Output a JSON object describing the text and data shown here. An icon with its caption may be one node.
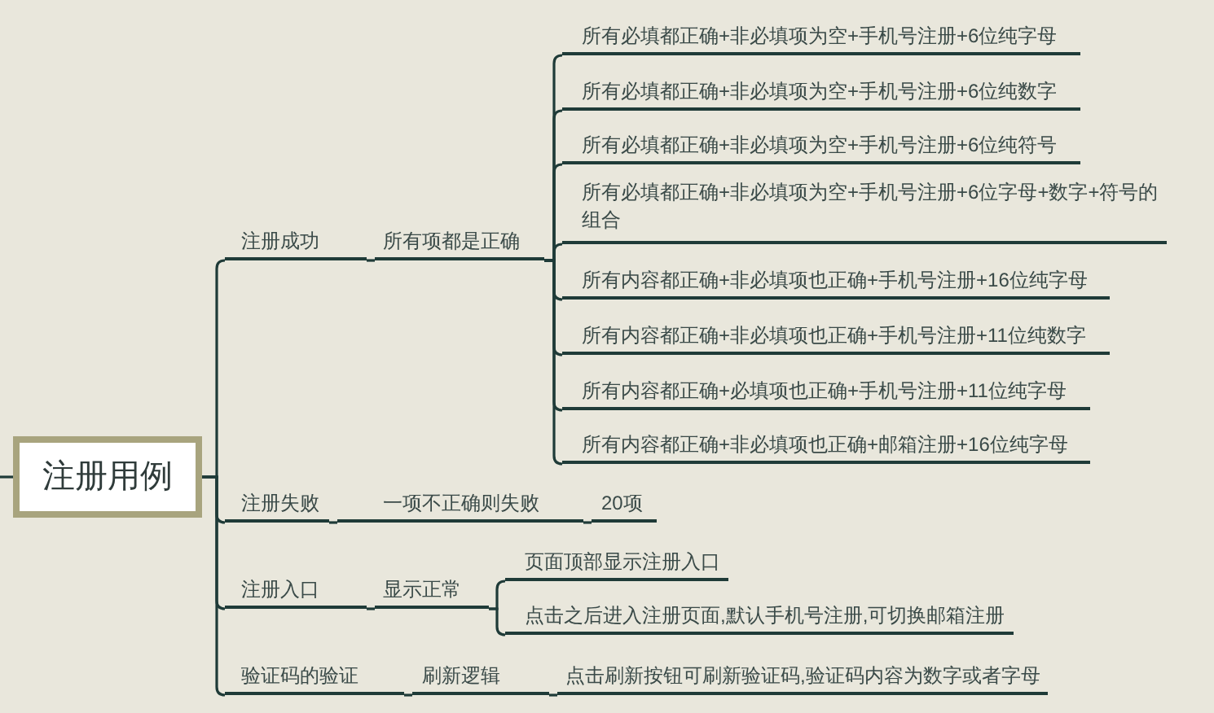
{
  "diagram": {
    "nodes": [
      {
        "text": [
          "注册用例"
        ]
      },
      {
        "text": [
          "注册成功"
        ]
      },
      {
        "text": [
          "所有项都是正确"
        ]
      },
      {
        "text": [
          "所有必填都正确+非必填项为空+手机号注册+6位纯字母"
        ]
      },
      {
        "text": [
          "所有必填都正确+非必填项为空+手机号注册+6位纯数字"
        ]
      },
      {
        "text": [
          "所有必填都正确+非必填项为空+手机号注册+6位纯符号"
        ]
      },
      {
        "text": [
          "所有必填都正确+非必填项为空+手机号注册+6位字母+数字+符号的组合"
        ]
      },
      {
        "text": [
          "所有内容都正确+非必填项也正确+手机号注册+16位纯字母"
        ]
      },
      {
        "text": [
          "所有内容都正确+非必填项也正确+手机号注册+11位纯数字"
        ]
      },
      {
        "text": [
          "所有内容都正确+必填项也正确+手机号注册+11位纯字母"
        ]
      },
      {
        "text": [
          "所有内容都正确+非必填项也正确+邮箱注册+16位纯字母"
        ]
      },
      {
        "text": [
          "注册失败"
        ]
      },
      {
        "text": [
          "一项不正确则失败"
        ]
      },
      {
        "text": [
          "20项"
        ]
      },
      {
        "text": [
          "注册入口"
        ]
      },
      {
        "text": [
          "显示正常"
        ]
      },
      {
        "text": [
          "页面顶部显示注册入口"
        ]
      },
      {
        "text": [
          "点击之后进入注册页面,默认手机号注册,可切换邮箱注册"
        ]
      },
      {
        "text": [
          "验证码的验证"
        ]
      },
      {
        "text": [
          "刷新逻辑"
        ]
      },
      {
        "text": [
          "点击刷新按钮可刷新验证码,验证码内容为数字或者字母"
        ]
      }
    ],
    "edges": [
      {
        "from": null,
        "to": 0,
        "arrow": "none"
      },
      {
        "from": 0,
        "to": 1,
        "arrow": "none"
      },
      {
        "from": 1,
        "to": 2,
        "arrow": "none"
      },
      {
        "from": 2,
        "to": 3,
        "arrow": "none"
      },
      {
        "from": 2,
        "to": 4,
        "arrow": "none"
      },
      {
        "from": 2,
        "to": 5,
        "arrow": "none"
      },
      {
        "from": 2,
        "to": 6,
        "arrow": "none"
      },
      {
        "from": 2,
        "to": 7,
        "arrow": "none"
      },
      {
        "from": 2,
        "to": 8,
        "arrow": "none"
      },
      {
        "from": 2,
        "to": 9,
        "arrow": "none"
      },
      {
        "from": 2,
        "to": 10,
        "arrow": "none"
      },
      {
        "from": 0,
        "to": 11,
        "arrow": "none"
      },
      {
        "from": 11,
        "to": 12,
        "arrow": "none"
      },
      {
        "from": 12,
        "to": 13,
        "arrow": "none"
      },
      {
        "from": 0,
        "to": 14,
        "arrow": "none"
      },
      {
        "from": 14,
        "to": 15,
        "arrow": "none"
      },
      {
        "from": 15,
        "to": 16,
        "arrow": "none"
      },
      {
        "from": 15,
        "to": 17,
        "arrow": "none"
      },
      {
        "from": 0,
        "to": 18,
        "arrow": "none"
      },
      {
        "from": 18,
        "to": 19,
        "arrow": "none"
      },
      {
        "from": 19,
        "to": 20,
        "arrow": "none"
      }
    ]
  }
}
